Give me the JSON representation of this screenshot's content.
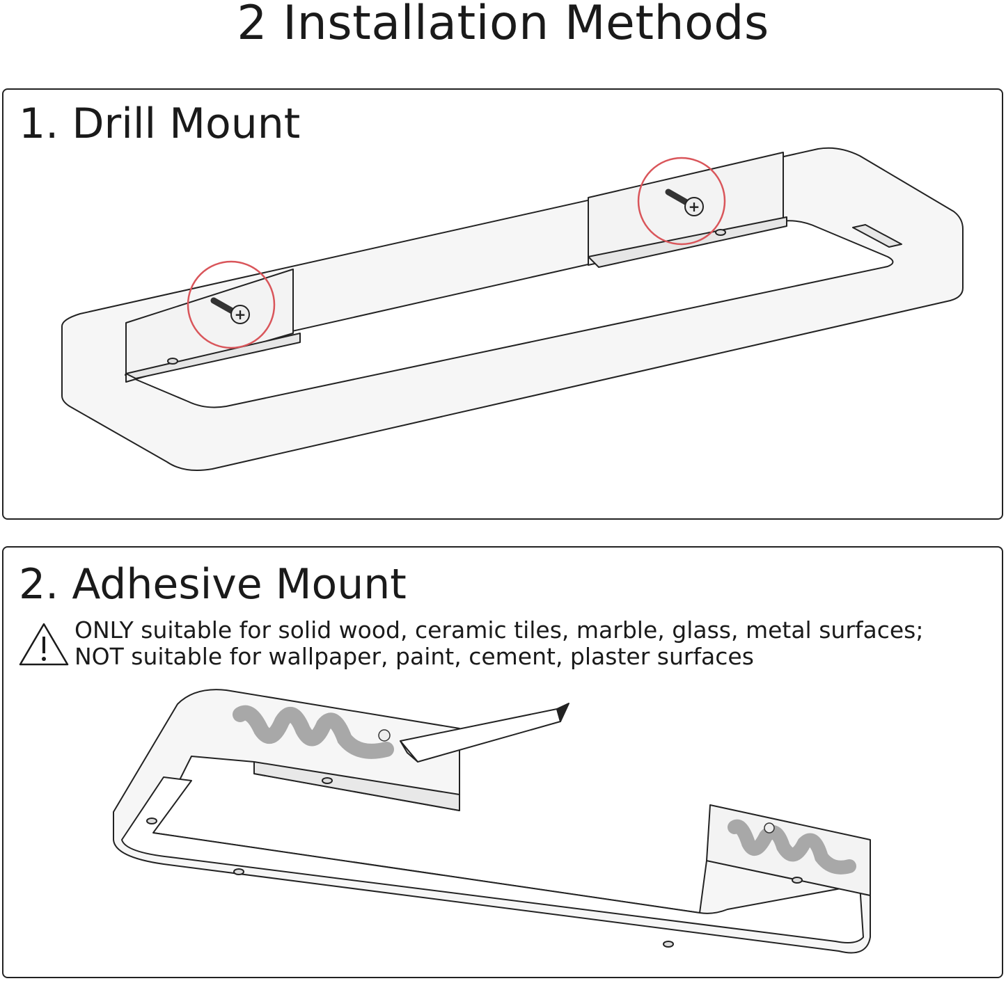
{
  "title": "2 Installation Methods",
  "methods": [
    {
      "heading": "1. Drill Mount"
    },
    {
      "heading": "2. Adhesive Mount",
      "warning_icon": "warning-triangle-icon",
      "warning_lines": [
        "ONLY suitable for solid wood, ceramic tiles, marble, glass, metal surfaces;",
        "NOT suitable for wallpaper, paint, cement, plaster surfaces"
      ]
    }
  ],
  "colors": {
    "highlight_circle": "#d9555a",
    "adhesive": "#a8a8a8"
  }
}
